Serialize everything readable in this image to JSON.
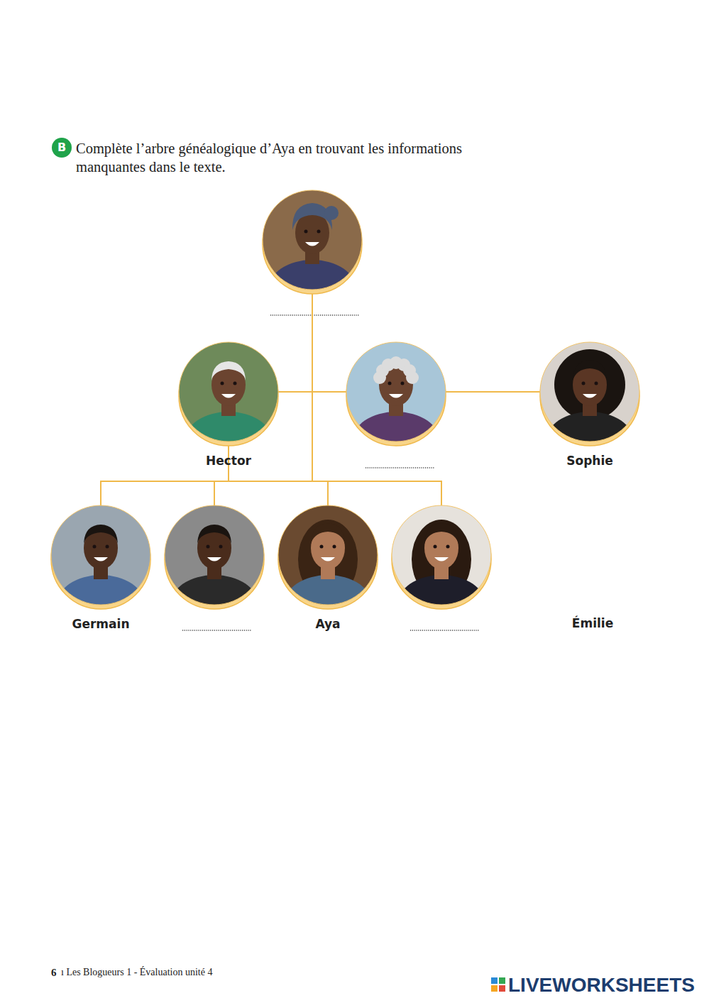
{
  "diagram": {
    "title": "Complète l’arbre généalogique d’Aya en trouvant les informations manquantes dans le texte.",
    "nodes": [
      {
        "text": []
      },
      {
        "text": [
          "Hector"
        ]
      },
      {
        "text": []
      },
      {
        "text": [
          "Sophie"
        ]
      },
      {
        "text": [
          "Germain"
        ]
      },
      {
        "text": []
      },
      {
        "text": [
          "Aya"
        ]
      },
      {
        "text": []
      }
    ],
    "edges": [
      {
        "from": 0,
        "to": 1,
        "arrow": "none"
      },
      {
        "from": 1,
        "to": 2,
        "arrow": "none"
      },
      {
        "from": 2,
        "to": 3,
        "arrow": "none"
      },
      {
        "from": 1,
        "to": 4,
        "arrow": "none"
      },
      {
        "from": 1,
        "to": 5,
        "arrow": "none"
      },
      {
        "from": 1,
        "to": 6,
        "arrow": "none"
      },
      {
        "from": 1,
        "to": 7,
        "arrow": "none"
      },
      {
        "from": 2,
        "to": 4,
        "arrow": "none"
      },
      {
        "from": 2,
        "to": 5,
        "arrow": "none"
      },
      {
        "from": 2,
        "to": 6,
        "arrow": "none"
      },
      {
        "from": 2,
        "to": 7,
        "arrow": "none"
      }
    ],
    "labels": [
      "B",
      "Émilie",
      "6",
      "ı Les Blogueurs 1 - Évaluation unité 4",
      "LIVEWORKSHEETS"
    ]
  }
}
